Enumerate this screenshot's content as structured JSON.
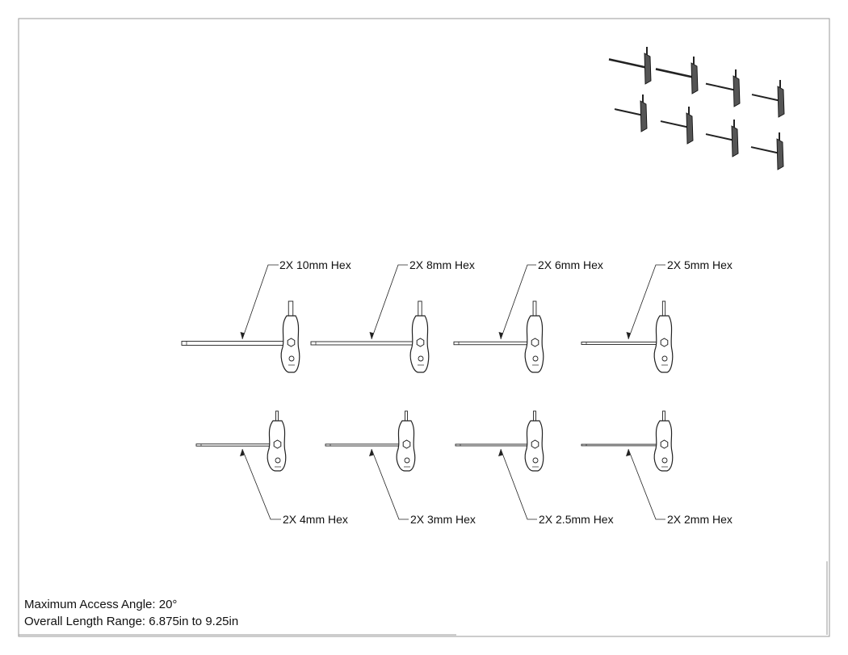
{
  "callouts": [
    {
      "label": "2X 10mm Hex"
    },
    {
      "label": "2X 8mm Hex"
    },
    {
      "label": "2X 6mm Hex"
    },
    {
      "label": "2X 5mm Hex"
    },
    {
      "label": "2X 4mm Hex"
    },
    {
      "label": "2X 3mm Hex"
    },
    {
      "label": "2X 2.5mm Hex"
    },
    {
      "label": "2X 2mm Hex"
    }
  ],
  "notes": {
    "access_angle": "Maximum Access Angle: 20°",
    "length_range": "Overall Length Range: 6.875in to 9.25in"
  },
  "colors": {
    "line": "#222222",
    "handle_fill": "#ffffff",
    "iso_fill": "#555555"
  }
}
